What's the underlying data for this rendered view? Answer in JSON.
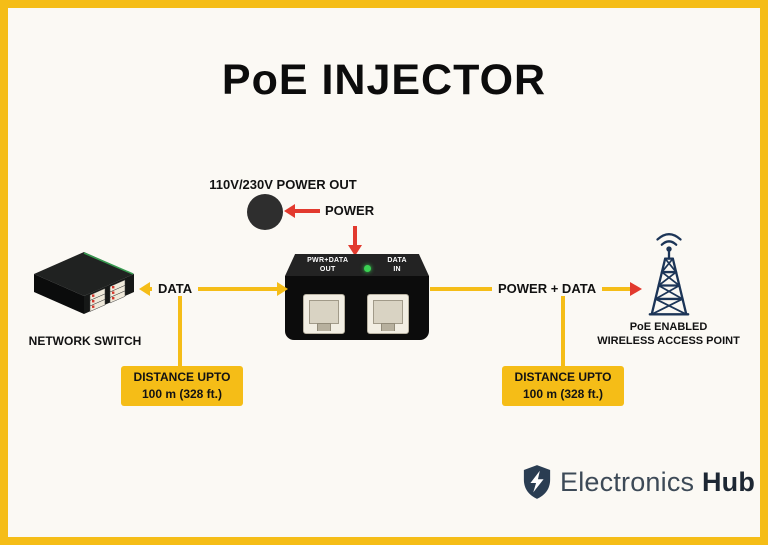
{
  "title": "PoE INJECTOR",
  "power": {
    "outlet_label": "110V/230V POWER OUT",
    "arrow_label": "POWER"
  },
  "injector": {
    "port_out": [
      "PWR+DATA",
      "OUT"
    ],
    "port_in": [
      "DATA",
      "IN"
    ]
  },
  "network_switch": {
    "label": "NETWORK SWITCH"
  },
  "access_point": {
    "line1": "PoE ENABLED",
    "line2": "WIRELESS ACCESS POINT"
  },
  "links": {
    "data": "DATA",
    "power_data": "POWER + DATA"
  },
  "distance_left": {
    "line1": "DISTANCE UPTO",
    "line2": "100 m (328 ft.)"
  },
  "distance_right": {
    "line1": "DISTANCE UPTO",
    "line2": "100 m (328 ft.)"
  },
  "logo": {
    "brand": "Electronics",
    "brand_bold": "Hub"
  },
  "colors": {
    "yellow": "#F5BD17",
    "red": "#E23A2E",
    "navy": "#1C3557",
    "ink": "#111111",
    "bg": "#FBF9F4"
  }
}
